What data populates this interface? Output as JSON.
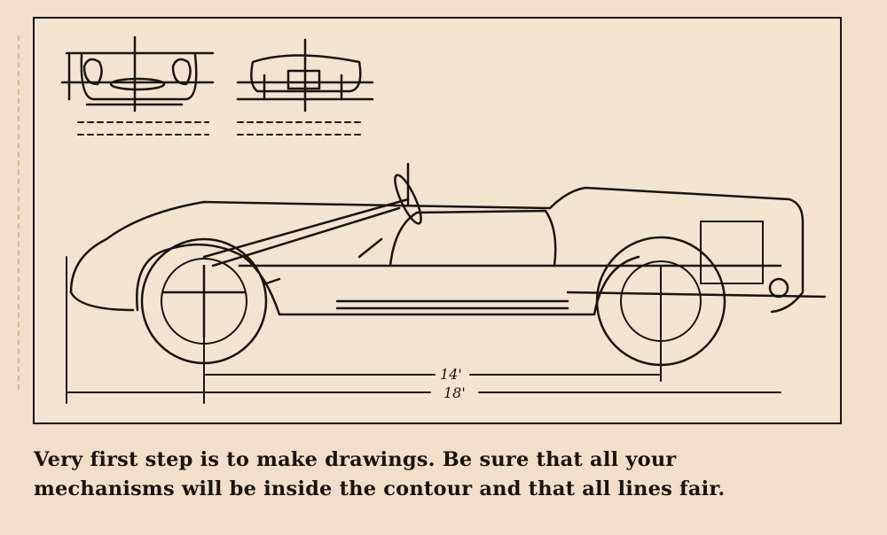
{
  "illustration": {
    "subject": "car-layout-sketch",
    "dimensions": {
      "wheelbase": "14'",
      "overall_length": "18'"
    }
  },
  "caption": {
    "line1": "Very first step is to make drawings. Be sure that all your",
    "line2": "mechanisms will be inside the contour and that all lines fair."
  }
}
